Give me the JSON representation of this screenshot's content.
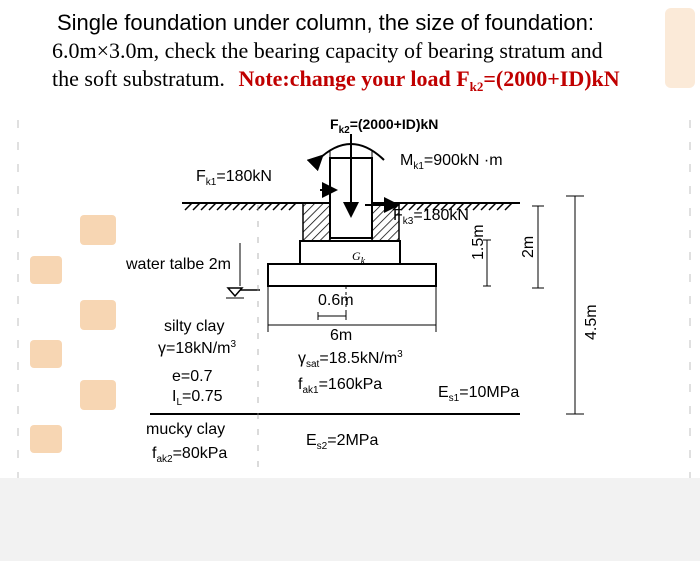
{
  "problem": {
    "line1": "Single foundation under column, the size of foundation:",
    "line2": "6.0m×3.0m, check the bearing capacity of bearing stratum and",
    "line3_a": "the soft substratum.",
    "note_a": "Note:change your load F",
    "note_sub": "k2",
    "note_b": "=(2000+ID)kN"
  },
  "diagram": {
    "fk2": {
      "a": "F",
      "sub": "k2",
      "b": "=(2000+ID)kN"
    },
    "fk1": {
      "a": "F",
      "sub": "k1",
      "b": "=180kN"
    },
    "mk1": {
      "a": "M",
      "sub": "k1",
      "b": "=900kN ·m"
    },
    "fk3": {
      "a": "F",
      "sub": "k3",
      "b": "=180kN"
    },
    "gk": "G",
    "gk_sub": "k",
    "water_table": "water talbe 2m",
    "dim_06": "0.6m",
    "dim_6": "6m",
    "dim_15": "1.5m",
    "dim_2": "2m",
    "dim_45": "4.5m",
    "silty_clay": "silty clay",
    "gamma": "γ=18kN/m",
    "gamma_sup": "3",
    "e": "e=0.7",
    "il_a": "I",
    "il_sub": "L",
    "il_b": "=0.75",
    "gamma_sat_a": "γ",
    "gamma_sat_sub": "sat",
    "gamma_sat_b": "=18.5kN/m",
    "gamma_sat_sup": "3",
    "fak1_a": "f",
    "fak1_sub": "ak1",
    "fak1_b": "=160kPa",
    "es1_a": "E",
    "es1_sub": "s1",
    "es1_b": "=10MPa",
    "mucky_clay": "mucky clay",
    "fak2_a": "f",
    "fak2_sub": "ak2",
    "fak2_b": "=80kPa",
    "es2_a": "E",
    "es2_sub": "s2",
    "es2_b": "=2MPa"
  },
  "colors": {
    "note": "#c00000",
    "stamp": "#e8a860",
    "bottom_bar": "#f2f2f2"
  },
  "icons": [
    "moment-arc-icon",
    "water-table-marker-icon",
    "seal-stamp-icon"
  ]
}
